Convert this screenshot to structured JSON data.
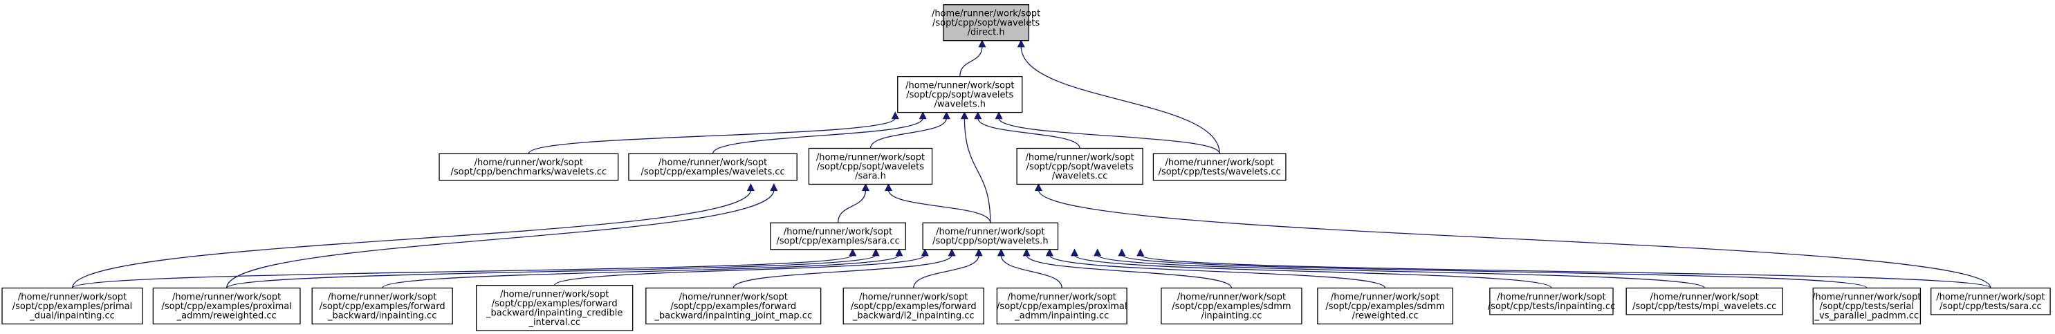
{
  "graph": {
    "nodes": [
      {
        "id": "direct_h",
        "lines": [
          "/home/runner/work/sopt",
          "/sopt/cpp/sopt/wavelets",
          "/direct.h"
        ],
        "highlighted": true
      },
      {
        "id": "wavelets_wavelets_h",
        "lines": [
          "/home/runner/work/sopt",
          "/sopt/cpp/sopt/wavelets",
          "/wavelets.h"
        ]
      },
      {
        "id": "bench_wavelets_cc",
        "lines": [
          "/home/runner/work/sopt",
          "/sopt/cpp/benchmarks/wavelets.cc"
        ]
      },
      {
        "id": "ex_wavelets_cc",
        "lines": [
          "/home/runner/work/sopt",
          "/sopt/cpp/examples/wavelets.cc"
        ]
      },
      {
        "id": "sara_h",
        "lines": [
          "/home/runner/work/sopt",
          "/sopt/cpp/sopt/wavelets",
          "/sara.h"
        ]
      },
      {
        "id": "sopt_wavelets_wavelets_cc",
        "lines": [
          "/home/runner/work/sopt",
          "/sopt/cpp/sopt/wavelets",
          "/wavelets.cc"
        ]
      },
      {
        "id": "tests_wavelets_cc",
        "lines": [
          "/home/runner/work/sopt",
          "/sopt/cpp/tests/wavelets.cc"
        ]
      },
      {
        "id": "ex_sara_cc",
        "lines": [
          "/home/runner/work/sopt",
          "/sopt/cpp/examples/sara.cc"
        ]
      },
      {
        "id": "sopt_wavelets_h",
        "lines": [
          "/home/runner/work/sopt",
          "/sopt/cpp/sopt/wavelets.h"
        ]
      },
      {
        "id": "primal_dual",
        "lines": [
          "/home/runner/work/sopt",
          "/sopt/cpp/examples/primal",
          "_dual/inpainting.cc"
        ]
      },
      {
        "id": "prox_rew",
        "lines": [
          "/home/runner/work/sopt",
          "/sopt/cpp/examples/proximal",
          "_admm/reweighted.cc"
        ]
      },
      {
        "id": "fb_inp",
        "lines": [
          "/home/runner/work/sopt",
          "/sopt/cpp/examples/forward",
          "_backward/inpainting.cc"
        ]
      },
      {
        "id": "fb_cred",
        "lines": [
          "/home/runner/work/sopt",
          "/sopt/cpp/examples/forward",
          "_backward/inpainting_credible",
          "_interval.cc"
        ]
      },
      {
        "id": "fb_joint",
        "lines": [
          "/home/runner/work/sopt",
          "/sopt/cpp/examples/forward",
          "_backward/inpainting_joint_map.cc"
        ]
      },
      {
        "id": "fb_l2",
        "lines": [
          "/home/runner/work/sopt",
          "/sopt/cpp/examples/forward",
          "_backward/l2_inpainting.cc"
        ]
      },
      {
        "id": "prox_inp",
        "lines": [
          "/home/runner/work/sopt",
          "/sopt/cpp/examples/proximal",
          "_admm/inpainting.cc"
        ]
      },
      {
        "id": "sdmm_inp",
        "lines": [
          "/home/runner/work/sopt",
          "/sopt/cpp/examples/sdmm",
          "/inpainting.cc"
        ]
      },
      {
        "id": "sdmm_rew",
        "lines": [
          "/home/runner/work/sopt",
          "/sopt/cpp/examples/sdmm",
          "/reweighted.cc"
        ]
      },
      {
        "id": "tests_inp",
        "lines": [
          "/home/runner/work/sopt",
          "/sopt/cpp/tests/inpainting.cc"
        ]
      },
      {
        "id": "tests_mpi",
        "lines": [
          "/home/runner/work/sopt",
          "/sopt/cpp/tests/mpi_wavelets.cc"
        ]
      },
      {
        "id": "tests_serial",
        "lines": [
          "/home/runner/work/sopt",
          "/sopt/cpp/tests/serial",
          "_vs_parallel_padmm.cc"
        ]
      },
      {
        "id": "tests_sara",
        "lines": [
          "/home/runner/work/sopt",
          "/sopt/cpp/tests/sara.cc"
        ]
      }
    ],
    "edges": [
      {
        "from": "wavelets_wavelets_h",
        "to": "direct_h"
      },
      {
        "from": "tests_wavelets_cc",
        "to": "direct_h"
      },
      {
        "from": "bench_wavelets_cc",
        "to": "wavelets_wavelets_h"
      },
      {
        "from": "ex_wavelets_cc",
        "to": "wavelets_wavelets_h"
      },
      {
        "from": "sara_h",
        "to": "wavelets_wavelets_h"
      },
      {
        "from": "sopt_wavelets_h",
        "to": "wavelets_wavelets_h"
      },
      {
        "from": "sopt_wavelets_wavelets_cc",
        "to": "wavelets_wavelets_h"
      },
      {
        "from": "tests_wavelets_cc",
        "to": "wavelets_wavelets_h"
      },
      {
        "from": "ex_sara_cc",
        "to": "sara_h"
      },
      {
        "from": "sopt_wavelets_h",
        "to": "sara_h"
      },
      {
        "from": "primal_dual",
        "to": "sara_h"
      },
      {
        "from": "prox_rew",
        "to": "sara_h"
      },
      {
        "from": "tests_sara",
        "to": "sara_h"
      },
      {
        "from": "primal_dual",
        "to": "sopt_wavelets_h"
      },
      {
        "from": "prox_rew",
        "to": "sopt_wavelets_h"
      },
      {
        "from": "fb_inp",
        "to": "sopt_wavelets_h"
      },
      {
        "from": "fb_cred",
        "to": "sopt_wavelets_h"
      },
      {
        "from": "fb_joint",
        "to": "sopt_wavelets_h"
      },
      {
        "from": "fb_l2",
        "to": "sopt_wavelets_h"
      },
      {
        "from": "prox_inp",
        "to": "sopt_wavelets_h"
      },
      {
        "from": "sdmm_inp",
        "to": "sopt_wavelets_h"
      },
      {
        "from": "sdmm_rew",
        "to": "sopt_wavelets_h"
      },
      {
        "from": "tests_inp",
        "to": "sopt_wavelets_h"
      },
      {
        "from": "tests_mpi",
        "to": "sopt_wavelets_h"
      },
      {
        "from": "tests_serial",
        "to": "sopt_wavelets_h"
      },
      {
        "from": "tests_sara",
        "to": "sopt_wavelets_h"
      }
    ],
    "colors": {
      "node_fill": "#ffffff",
      "highlight_fill": "#bfbfbf",
      "node_border": "#000000",
      "edge": "#191970"
    }
  }
}
